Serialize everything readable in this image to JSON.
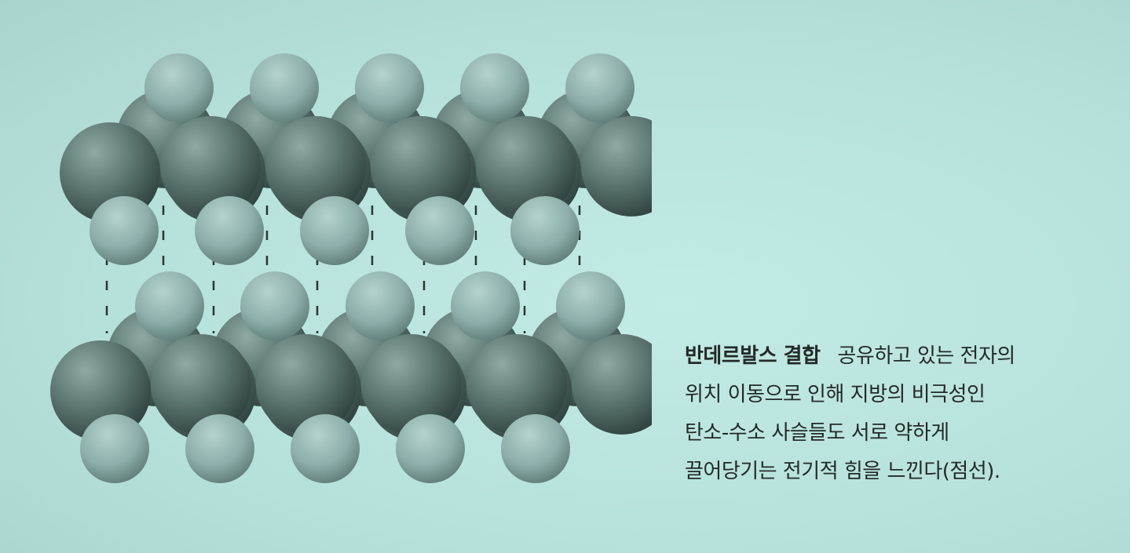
{
  "caption": {
    "title": "반데르발스 결합",
    "lines": [
      "공유하고 있는 전자의",
      "위치 이동으로 인해 지방의 비극성인",
      "탄소-수소 사슬들도 서로 약하게",
      "끌어당기는 전기적 힘을 느낀다(점선)."
    ]
  },
  "illustration": {
    "chains": 2,
    "units_per_chain": 5,
    "bond_style": "dashed"
  },
  "colors": {
    "background": "#b9e3dd",
    "carbon": "#4f6a67",
    "hydrogen": "#8fb4af",
    "text": "#222a28"
  }
}
